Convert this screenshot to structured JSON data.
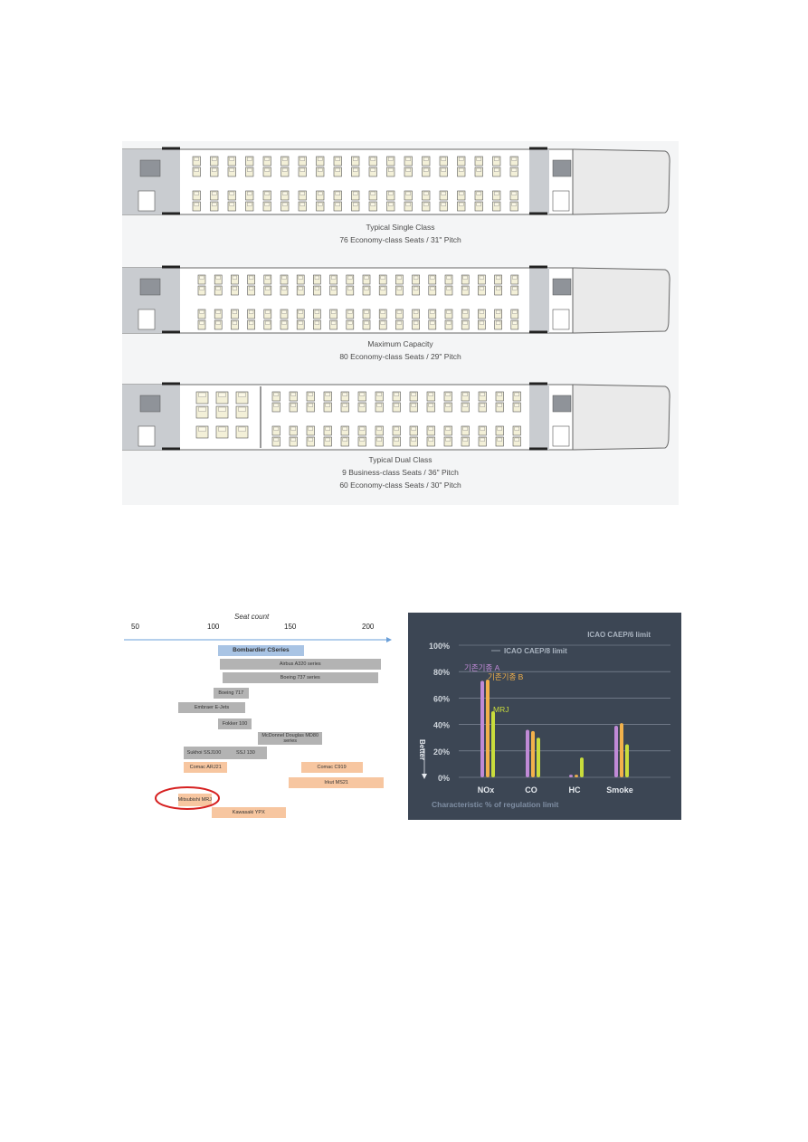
{
  "layouts": [
    {
      "caption_line1": "Typical Single Class",
      "caption_line2": "76 Economy-class Seats / 31\" Pitch"
    },
    {
      "caption_line1": "Maximum Capacity",
      "caption_line2": "80 Economy-class Seats / 29\" Pitch"
    },
    {
      "caption_line1": "Typical Dual Class",
      "caption_line2": "9 Business-class Seats / 36\" Pitch",
      "caption_line3": "60 Economy-class Seats / 30\" Pitch"
    }
  ],
  "seat_count_chart": {
    "axis_title": "Seat count",
    "ticks": [
      "50",
      "100",
      "150",
      "200"
    ],
    "bars": [
      {
        "label": "Bombardier CSeries",
        "start": 104,
        "end": 160,
        "color": "blue"
      },
      {
        "label": "Airbus A320 series",
        "start": 105,
        "end": 210,
        "color": "gray"
      },
      {
        "label": "Boeing 737 series",
        "start": 107,
        "end": 208,
        "color": "gray"
      },
      {
        "label": "Boeing 717",
        "start": 101,
        "end": 124,
        "color": "gray"
      },
      {
        "label": "Embraer E-Jets",
        "start": 78,
        "end": 122,
        "color": "gray"
      },
      {
        "label": "Fokker 100",
        "start": 104,
        "end": 126,
        "color": "gray"
      },
      {
        "label": "McDonnel Douglas MD80 series",
        "start": 130,
        "end": 172,
        "color": "gray"
      },
      {
        "label": "Sukhoi SSJ100",
        "start": 82,
        "end": 108,
        "color": "gray"
      },
      {
        "label": "SSJ 130",
        "start": 108,
        "end": 136,
        "color": "gray"
      },
      {
        "label": "Comac ARJ21",
        "start": 82,
        "end": 110,
        "color": "orange"
      },
      {
        "label": "Comac C919",
        "start": 158,
        "end": 198,
        "color": "orange"
      },
      {
        "label": "Irkut MS21",
        "start": 150,
        "end": 212,
        "color": "orange"
      },
      {
        "label": "Mitsubishi MRJ",
        "start": 78,
        "end": 100,
        "color": "orange"
      },
      {
        "label": "Kawasaki YPX",
        "start": 100,
        "end": 148,
        "color": "orange"
      }
    ]
  },
  "chart_data": {
    "type": "bar",
    "categories": [
      "NOx",
      "CO",
      "HC",
      "Smoke"
    ],
    "series": [
      {
        "name": "기존기종 A",
        "values": [
          73,
          36,
          2,
          39
        ],
        "color": "#c08ad6"
      },
      {
        "name": "기존기종 B",
        "values": [
          74,
          35,
          2,
          41
        ],
        "color": "#f2b14b"
      },
      {
        "name": "MRJ",
        "values": [
          50,
          30,
          15,
          25
        ],
        "color": "#c9dc3c"
      }
    ],
    "ylim": [
      0,
      100
    ],
    "yticks": [
      "0%",
      "20%",
      "40%",
      "60%",
      "80%",
      "100%"
    ],
    "xlabel": "Characteristic % of regulation limit",
    "ylabel": "Better",
    "limit_lines": [
      {
        "label": "ICAO CAEP/6 limit",
        "value": 100
      },
      {
        "label": "ICAO CAEP/8 limit",
        "value": 93
      }
    ],
    "grid": true
  }
}
